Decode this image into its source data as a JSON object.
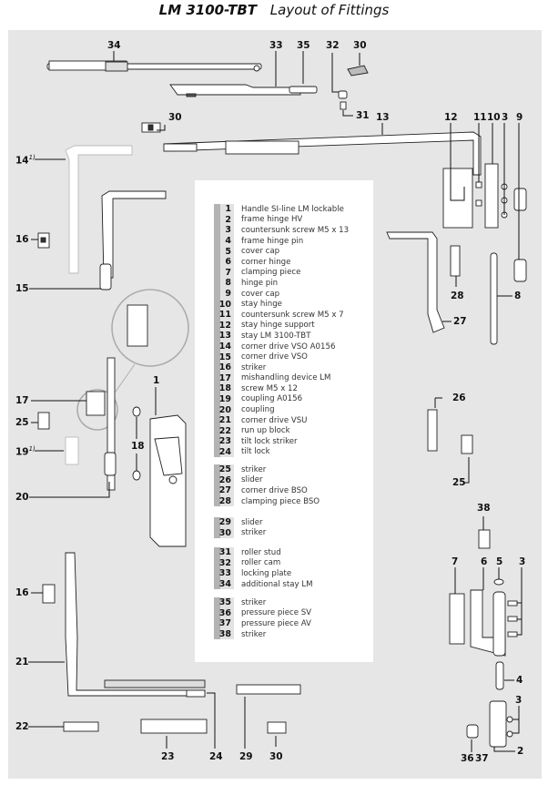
{
  "header": {
    "model": "LM 3100-TBT",
    "subtitle": "Layout of Fittings"
  },
  "colors": {
    "panel_bg": "#e6e6e6",
    "legend_bg": "#ffffff",
    "number_bar": "#b3b3b3",
    "number_bg": "#e2e2e2",
    "line": "#111111"
  },
  "legend": {
    "groups": [
      {
        "items": [
          {
            "num": "1",
            "label": "Handle SI-line LM lockable"
          },
          {
            "num": "2",
            "label": "frame hinge HV"
          },
          {
            "num": "3",
            "label": "countersunk screw M5 x 13"
          },
          {
            "num": "4",
            "label": "frame hinge pin"
          },
          {
            "num": "5",
            "label": "cover cap"
          },
          {
            "num": "6",
            "label": "corner hinge"
          },
          {
            "num": "7",
            "label": "clamping piece"
          },
          {
            "num": "8",
            "label": "hinge pin"
          },
          {
            "num": "9",
            "label": "cover cap"
          },
          {
            "num": "10",
            "label": "stay hinge"
          },
          {
            "num": "11",
            "label": "countersunk screw M5 x 7"
          },
          {
            "num": "12",
            "label": "stay hinge support"
          },
          {
            "num": "13",
            "label": "stay LM 3100-TBT"
          },
          {
            "num": "14",
            "label": "corner drive VSO A0156"
          },
          {
            "num": "15",
            "label": "corner drive VSO"
          },
          {
            "num": "16",
            "label": "striker"
          },
          {
            "num": "17",
            "label": "mishandling device LM"
          },
          {
            "num": "18",
            "label": "screw M5 x 12"
          },
          {
            "num": "19",
            "label": "coupling A0156"
          },
          {
            "num": "20",
            "label": "coupling"
          },
          {
            "num": "21",
            "label": "corner drive VSU"
          },
          {
            "num": "22",
            "label": "run up block"
          },
          {
            "num": "23",
            "label": "tilt lock striker"
          },
          {
            "num": "24",
            "label": "tilt lock"
          }
        ]
      },
      {
        "items": [
          {
            "num": "25",
            "label": "striker"
          },
          {
            "num": "26",
            "label": "slider"
          },
          {
            "num": "27",
            "label": "corner drive BSO"
          },
          {
            "num": "28",
            "label": "clamping piece BSO"
          }
        ]
      },
      {
        "items": [
          {
            "num": "29",
            "label": "slider"
          },
          {
            "num": "30",
            "label": "striker"
          }
        ]
      },
      {
        "items": [
          {
            "num": "31",
            "label": "roller stud"
          },
          {
            "num": "32",
            "label": "roller cam"
          },
          {
            "num": "33",
            "label": "locking plate"
          },
          {
            "num": "34",
            "label": "additional stay LM"
          }
        ]
      },
      {
        "items": [
          {
            "num": "35",
            "label": "striker"
          },
          {
            "num": "36",
            "label": "pressure piece SV"
          },
          {
            "num": "37",
            "label": "pressure piece AV"
          },
          {
            "num": "38",
            "label": "striker"
          }
        ]
      }
    ]
  },
  "callouts": [
    {
      "id": "c34",
      "text": "34"
    },
    {
      "id": "c33",
      "text": "33"
    },
    {
      "id": "c35",
      "text": "35"
    },
    {
      "id": "c32",
      "text": "32"
    },
    {
      "id": "c30a",
      "text": "30"
    },
    {
      "id": "c31",
      "text": "31"
    },
    {
      "id": "c30b",
      "text": "30"
    },
    {
      "id": "c13",
      "text": "13"
    },
    {
      "id": "c12",
      "text": "12"
    },
    {
      "id": "c11",
      "text": "11"
    },
    {
      "id": "c10",
      "text": "10"
    },
    {
      "id": "c3a",
      "text": "3"
    },
    {
      "id": "c9",
      "text": "9"
    },
    {
      "id": "c14",
      "text": "14",
      "note": "1)"
    },
    {
      "id": "c16a",
      "text": "16"
    },
    {
      "id": "c15",
      "text": "15"
    },
    {
      "id": "c28",
      "text": "28"
    },
    {
      "id": "c8",
      "text": "8"
    },
    {
      "id": "c27",
      "text": "27"
    },
    {
      "id": "c1",
      "text": "1"
    },
    {
      "id": "c17",
      "text": "17"
    },
    {
      "id": "c25a",
      "text": "25"
    },
    {
      "id": "c18",
      "text": "18"
    },
    {
      "id": "c19",
      "text": "19",
      "note": "1)"
    },
    {
      "id": "c20",
      "text": "20"
    },
    {
      "id": "c26",
      "text": "26"
    },
    {
      "id": "c25b",
      "text": "25"
    },
    {
      "id": "c38",
      "text": "38"
    },
    {
      "id": "c7",
      "text": "7"
    },
    {
      "id": "c6",
      "text": "6"
    },
    {
      "id": "c5",
      "text": "5"
    },
    {
      "id": "c3b",
      "text": "3"
    },
    {
      "id": "c16b",
      "text": "16"
    },
    {
      "id": "c21",
      "text": "21"
    },
    {
      "id": "c4",
      "text": "4"
    },
    {
      "id": "c3c",
      "text": "3"
    },
    {
      "id": "c22",
      "text": "22"
    },
    {
      "id": "c23",
      "text": "23"
    },
    {
      "id": "c24",
      "text": "24"
    },
    {
      "id": "c29",
      "text": "29"
    },
    {
      "id": "c30c",
      "text": "30"
    },
    {
      "id": "c36",
      "text": "36"
    },
    {
      "id": "c37",
      "text": "37"
    },
    {
      "id": "c2",
      "text": "2"
    }
  ]
}
